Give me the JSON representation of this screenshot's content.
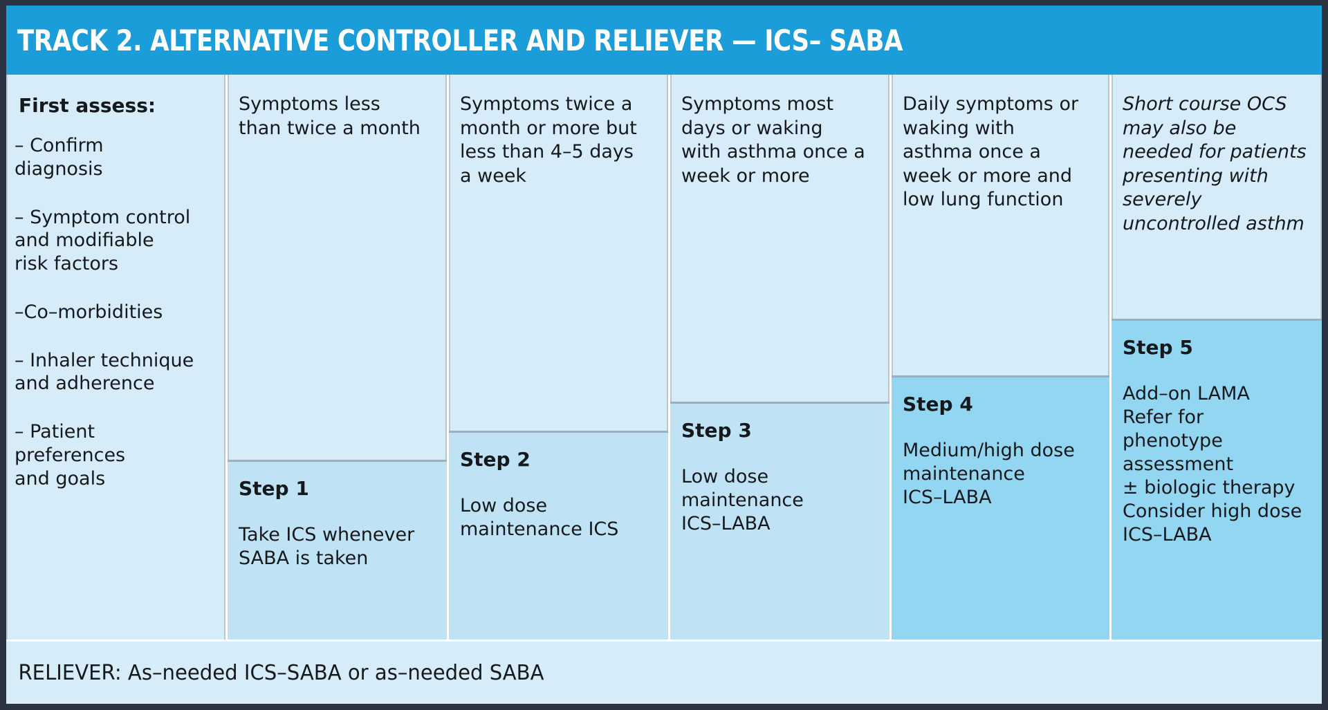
{
  "header": {
    "title": "TRACK 2. ALTERNATIVE CONTROLLER AND RELIEVER — ICS– SABA",
    "bg_color": "#1b9dd9",
    "text_color": "#ffffff"
  },
  "colors": {
    "outer_border": "#2b3340",
    "panel_light": "#d6ecf8",
    "step_light": "#bfe3f5",
    "step_mid": "#92d6f2",
    "divider": "#b9c7cf",
    "text": "#16191c"
  },
  "assess": {
    "heading": "First assess:",
    "items": [
      "– Confirm\n   diagnosis",
      "– Symptom control\n   and modifiable\n   risk factors",
      "–Co–morbidities",
      "– Inhaler technique\n   and adherence",
      "– Patient\n   preferences\n   and goals"
    ]
  },
  "columns": [
    {
      "id": "step-1",
      "condition": "Symptoms less\nthan twice a month",
      "condition_style": "normal",
      "step_title": "Step 1",
      "step_body": "Take ICS whenever\nSABA is taken",
      "step_fill": "#bfe3f5"
    },
    {
      "id": "step-2",
      "condition": "Symptoms twice a\nmonth or more but\nless than 4–5 days\na week",
      "condition_style": "normal",
      "step_title": "Step 2",
      "step_body": "Low dose\nmaintenance ICS",
      "step_fill": "#bfe3f5"
    },
    {
      "id": "step-3",
      "condition": "Symptoms most\ndays or waking\nwith asthma once a\nweek or more",
      "condition_style": "normal",
      "step_title": "Step 3",
      "step_body": "Low dose\nmaintenance\nICS–LABA",
      "step_fill": "#bfe3f5"
    },
    {
      "id": "step-4",
      "condition": "Daily symptoms or\nwaking with\nasthma once a\nweek or more and\nlow lung function",
      "condition_style": "normal",
      "step_title": "Step 4",
      "step_body": "Medium/high dose\nmaintenance\nICS–LABA",
      "step_fill": "#92d6f2"
    },
    {
      "id": "step-5",
      "condition": "Short course OCS\nmay also be\nneeded for patients\npresenting with\nseverely\nuncontrolled asthm",
      "condition_style": "italic",
      "step_title": "Step 5",
      "step_body": "Add–on LAMA\nRefer for\nphenotype\nassessment\n± biologic therapy\nConsider high dose\nICS–LABA",
      "step_fill": "#92d6f2"
    }
  ],
  "reliever": {
    "text": "RELIEVER: As–needed ICS–SABA or as–needed SABA"
  }
}
